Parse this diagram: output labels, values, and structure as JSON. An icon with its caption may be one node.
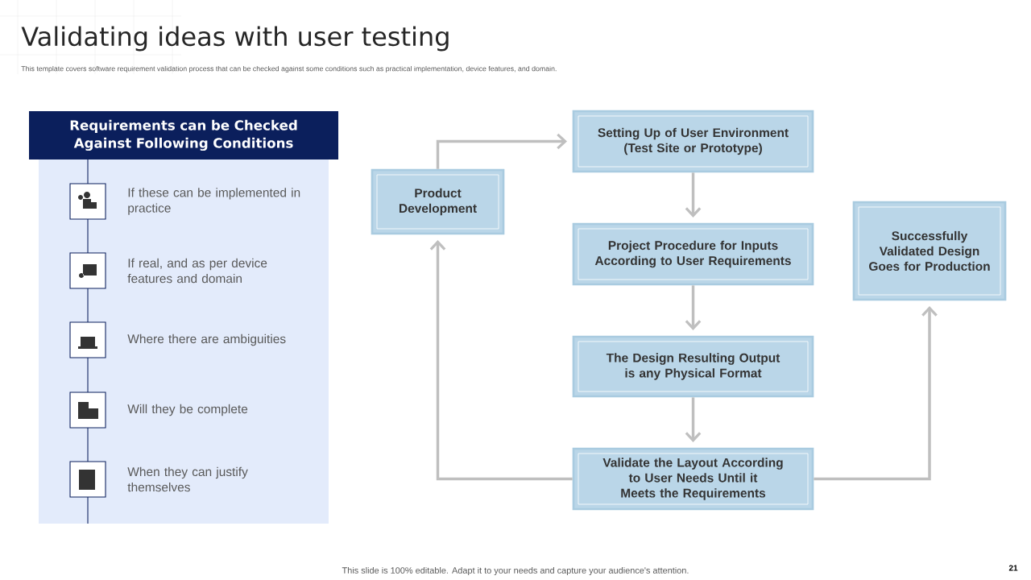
{
  "diagram": {
    "title": "Validating ideas with user testing",
    "nodes": [
      {
        "text": [
          "Requirements can be Checked Against Following Conditions"
        ]
      },
      {
        "text": [],
        "shape": "box",
        "beside": [
          "If these can be implemented in practice"
        ]
      },
      {
        "text": [],
        "shape": "box",
        "beside": [
          "If real, and as per device features and domain"
        ]
      },
      {
        "text": [],
        "shape": "box",
        "beside": [
          "Where there are ambiguities"
        ]
      },
      {
        "text": [],
        "shape": "box",
        "beside": [
          "Will they be complete"
        ]
      },
      {
        "text": [],
        "shape": "box",
        "beside": [
          "When they can justify themselves"
        ]
      },
      {
        "text": [
          "Product Development"
        ]
      },
      {
        "text": [
          "Setting Up of User Environment (Test Site or Prototype)"
        ]
      },
      {
        "text": [
          "Project Procedure for Inputs According to User Requirements"
        ]
      },
      {
        "text": [
          "The Design Resulting Output is any Physical Format"
        ]
      },
      {
        "text": [
          "Validate the Layout According to User Needs Until it Meets the Requirements"
        ]
      },
      {
        "text": [
          "Successfully Validated Design Goes for Production"
        ]
      }
    ],
    "edges": [
      {
        "from": 6,
        "to": 7,
        "arrow": "to"
      },
      {
        "from": 7,
        "to": 8,
        "arrow": "to"
      },
      {
        "from": 8,
        "to": 9,
        "arrow": "to"
      },
      {
        "from": 9,
        "to": 10,
        "arrow": "to"
      },
      {
        "from": 10,
        "to": 6,
        "arrow": "to"
      },
      {
        "from": 10,
        "to": 11,
        "arrow": "to"
      }
    ],
    "labels": [
      "This template covers software requirement validation process that can be checked against some conditions such as practical implementation,  device features, and domain.",
      "This slide is 100% editable. Adapt it to your needs and capture your audience's attention.",
      "21"
    ]
  }
}
